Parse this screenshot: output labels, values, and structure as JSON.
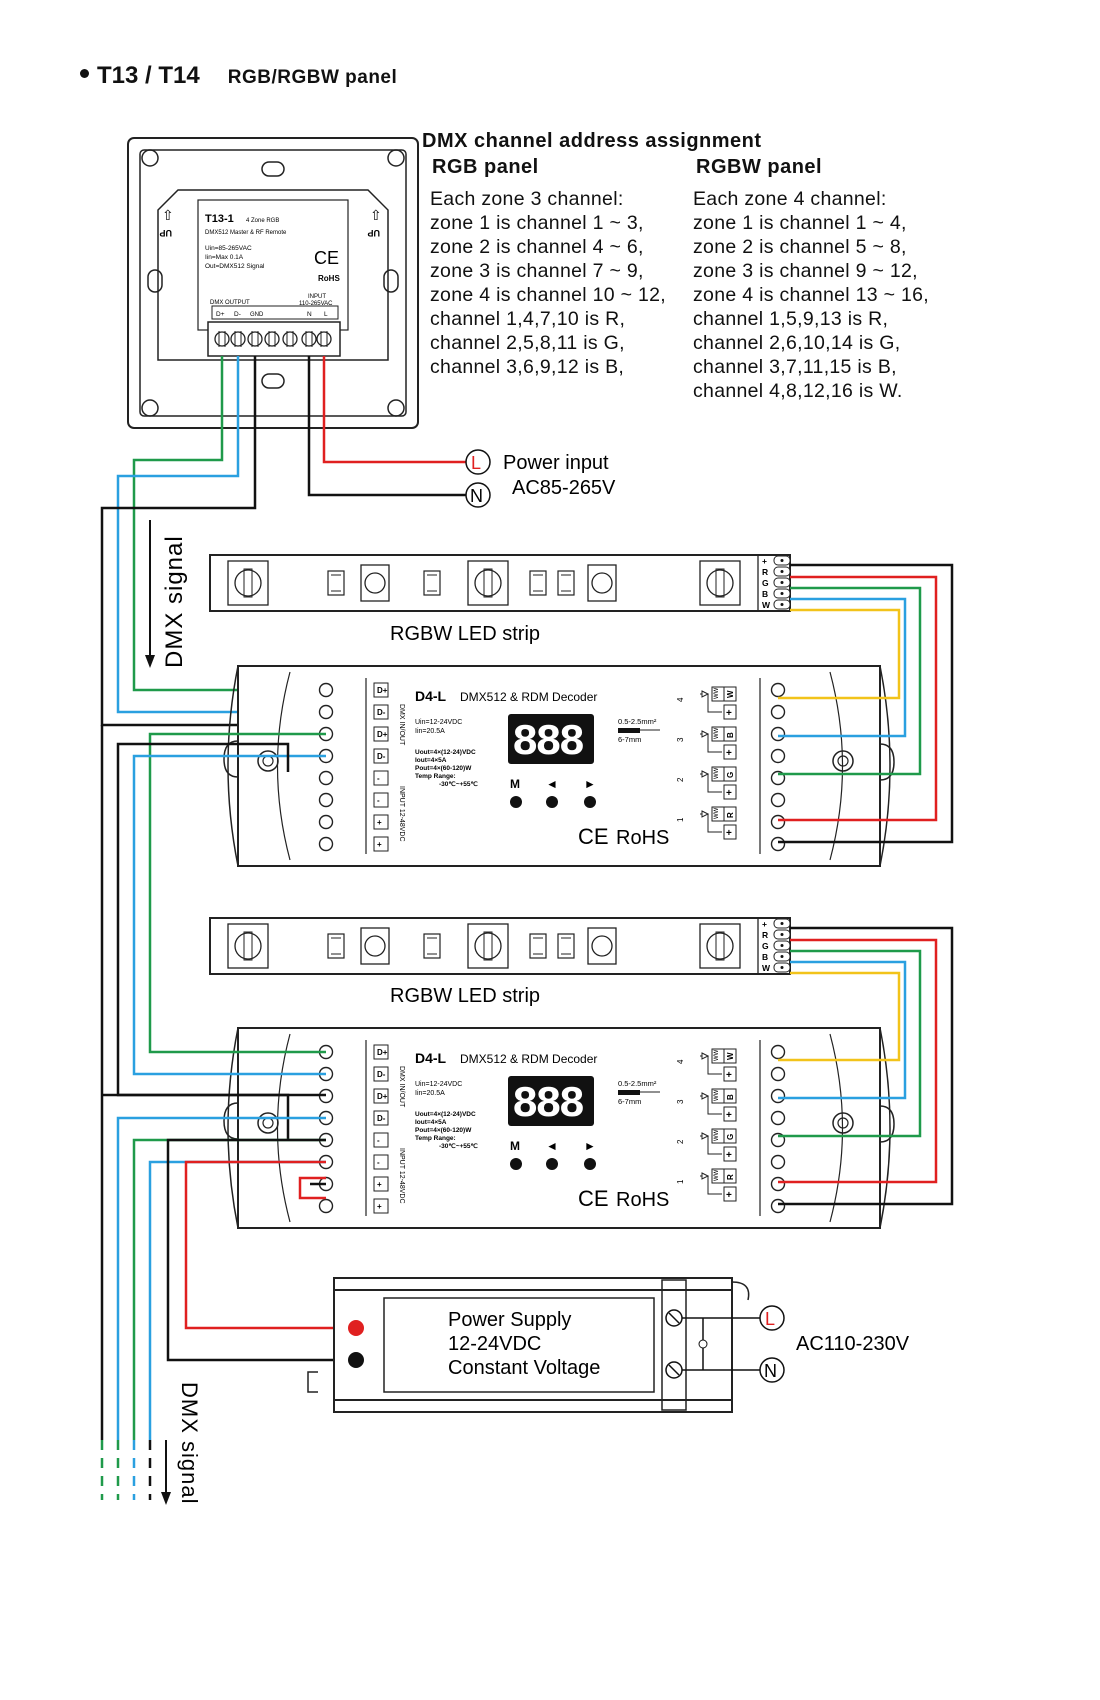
{
  "header": {
    "title": "T13 / T14",
    "subtitle": "RGB/RGBW panel"
  },
  "dmx_assignment": {
    "title": "DMX channel address assignment",
    "rgb_panel": {
      "label": "RGB panel",
      "lines": [
        "Each zone 3 channel:",
        "zone 1 is channel 1 ~ 3,",
        "zone 2 is channel 4 ~ 6,",
        "zone 3 is channel 7 ~ 9,",
        "zone 4 is channel 10 ~ 12,",
        "channel 1,4,7,10 is R,",
        "channel 2,5,8,11 is G,",
        "channel 3,6,9,12 is B,"
      ]
    },
    "rgbw_panel": {
      "label": "RGBW panel",
      "lines": [
        "Each zone 4 channel:",
        "zone 1 is channel 1 ~ 4,",
        "zone 2 is channel 5 ~ 8,",
        "zone 3 is channel 9 ~ 12,",
        "zone 4 is channel 13 ~ 16,",
        "channel 1,5,9,13 is R,",
        "channel 2,6,10,14 is G,",
        "channel 3,7,11,15 is B,",
        "channel 4,8,12,16 is W."
      ]
    }
  },
  "panel": {
    "model": "T13-1",
    "desc": "4 Zone RGB",
    "line2": "DMX512 Master & RF Remote",
    "specs": [
      "Uin=85-265VAC",
      "Iin=Max 0.1A",
      "Out=DMX512 Signal"
    ],
    "ce": "CE",
    "rohs": "RoHS",
    "dmx_output": "DMX OUTPUT",
    "input": "INPUT",
    "input_range": "110-265VAC",
    "terminals": [
      "D+",
      "D-",
      "GND",
      "",
      "",
      "N",
      "L"
    ],
    "up": "UP"
  },
  "power_input": {
    "label": "Power input",
    "voltage": "AC85-265V",
    "l": "L",
    "n": "N"
  },
  "dmx_signal_label": "DMX signal",
  "strip": {
    "label": "RGBW LED strip",
    "pins": [
      "+",
      "R",
      "G",
      "B",
      "W"
    ]
  },
  "decoder": {
    "model": "D4-L",
    "name": "DMX512 & RDM Decoder",
    "specs": [
      "Uin=12-24VDC",
      "Iin=20.5A"
    ],
    "outspecs": [
      "Uout=4×(12-24)VDC",
      "Iout=4×5A",
      "Pout=4×(60-120)W",
      "Temp Range:",
      "-30℃~+55℃"
    ],
    "display": "888",
    "buttons": [
      "M",
      "◄",
      "►"
    ],
    "wire_spec": [
      "0.5-2.5mm²",
      "6-7mm"
    ],
    "ce": "CE",
    "rohs": "RoHS",
    "left_labels": [
      "D+",
      "D-",
      "D+",
      "D-",
      "-",
      "-",
      "+",
      "+"
    ],
    "side_label_dmx": "DMX IN/OUT",
    "side_label_input": "INPUT 12-48VDC",
    "channels": [
      "W",
      "B",
      "G",
      "R"
    ],
    "channel_nums": [
      "4",
      "3",
      "2",
      "1"
    ],
    "ww": "WW"
  },
  "power_supply": {
    "lines": [
      "Power Supply",
      "12-24VDC",
      "Constant Voltage"
    ],
    "ac": "AC110-230V",
    "l": "L",
    "n": "N"
  },
  "colors": {
    "red": "#e02020",
    "green": "#1f9a4a",
    "blue": "#2aa0e0",
    "yellow": "#f2c31a",
    "black": "#111111"
  }
}
